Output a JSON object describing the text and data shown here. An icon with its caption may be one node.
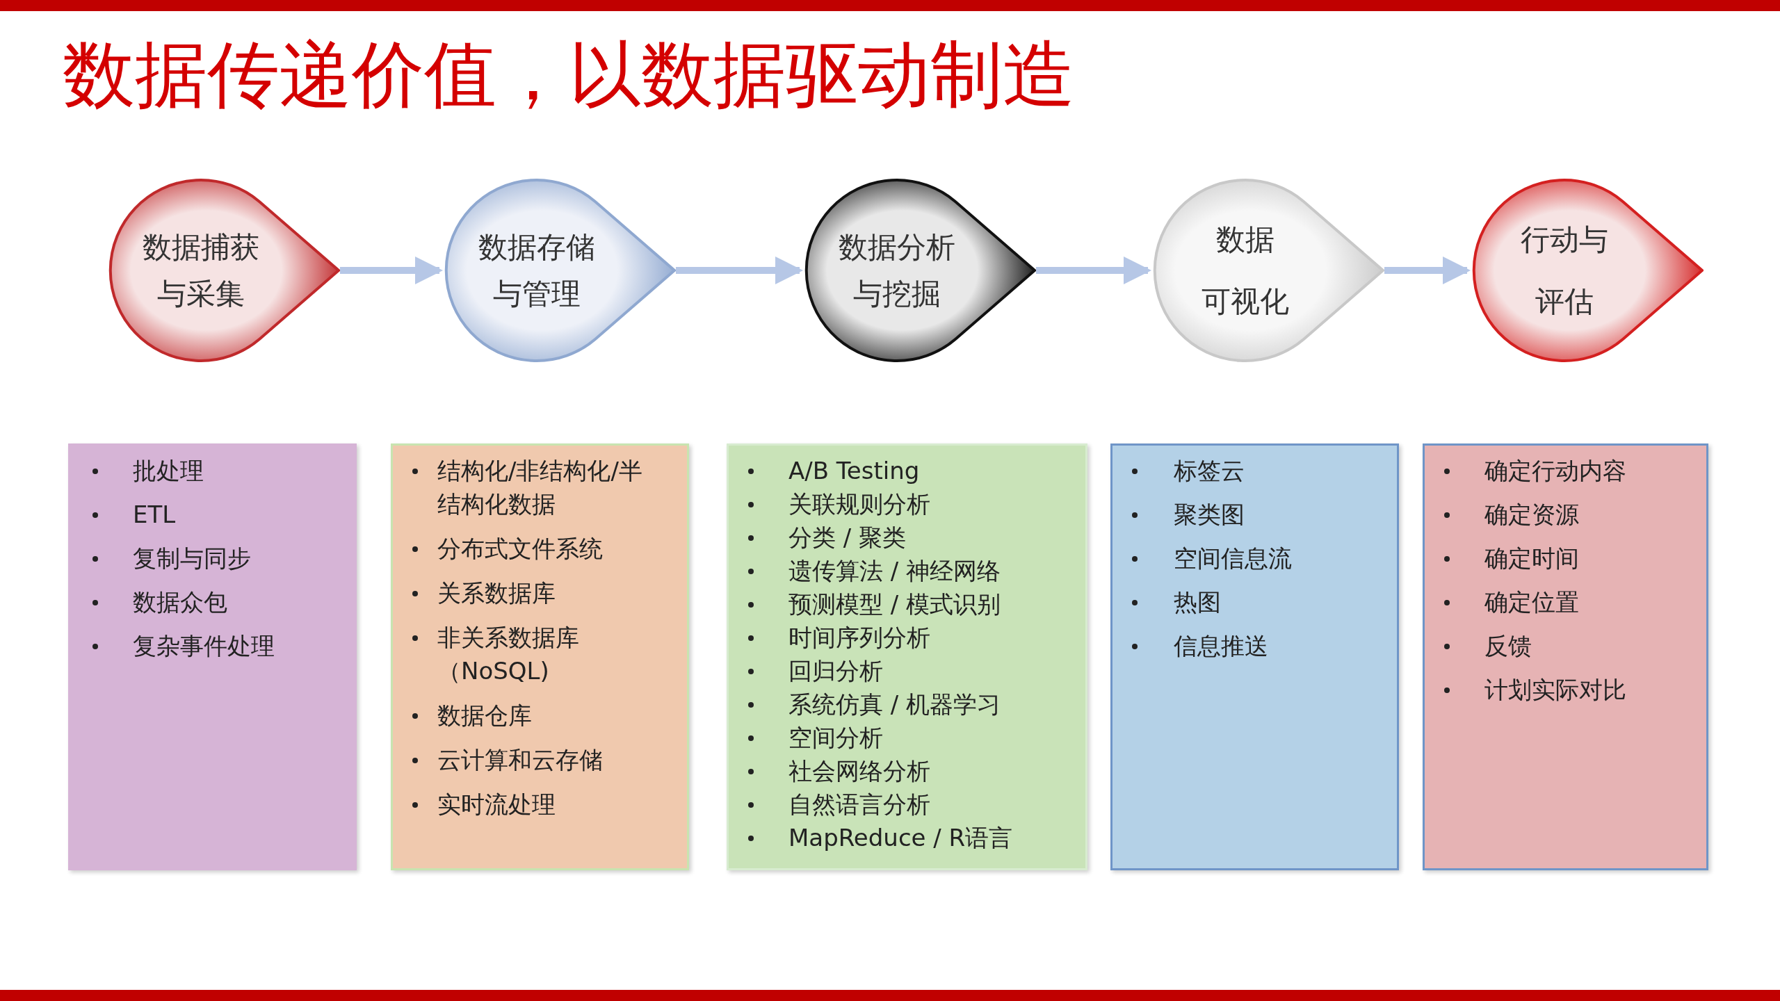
{
  "diagram": {
    "title": "数据传递价值，以数据驱动制造",
    "nodes": [
      {
        "text": [
          "数据捕获与采集"
        ]
      },
      {
        "text": [
          "数据存储与管理"
        ]
      },
      {
        "text": [
          "数据分析与挖掘"
        ]
      },
      {
        "text": [
          "数据",
          "可视化"
        ]
      },
      {
        "text": [
          "行动与",
          "评估"
        ]
      },
      {
        "text": [
          "批处理",
          "ETL",
          "复制与同步",
          "数据众包",
          "复杂事件处理"
        ]
      },
      {
        "text": [
          "结构化/非结构化/半结构化数据",
          "分布式文件系统",
          "关系数据库",
          "非关系数据库（NoSQL)",
          "数据仓库",
          "云计算和云存储",
          "实时流处理"
        ]
      },
      {
        "text": [
          "A/B Testing",
          "关联规则分析",
          "分类 / 聚类",
          "遗传算法 / 神经网络",
          "预测模型 / 模式识别",
          "时间序列分析",
          "回归分析",
          "系统仿真 / 机器学习",
          "空间分析",
          "社会网络分析",
          "自然语言分析",
          "MapReduce / R语言"
        ]
      },
      {
        "text": [
          "标签云",
          "聚类图",
          "空间信息流",
          "热图",
          "信息推送"
        ]
      },
      {
        "text": [
          "确定行动内容",
          "确定资源",
          "确定时间",
          "确定位置",
          "反馈",
          "计划实际对比"
        ]
      }
    ],
    "edges": [
      {
        "from": 0,
        "to": 1,
        "arrow": "to"
      },
      {
        "from": 1,
        "to": 2,
        "arrow": "to"
      },
      {
        "from": 2,
        "to": 3,
        "arrow": "to"
      },
      {
        "from": 3,
        "to": 4,
        "arrow": "to"
      }
    ]
  }
}
